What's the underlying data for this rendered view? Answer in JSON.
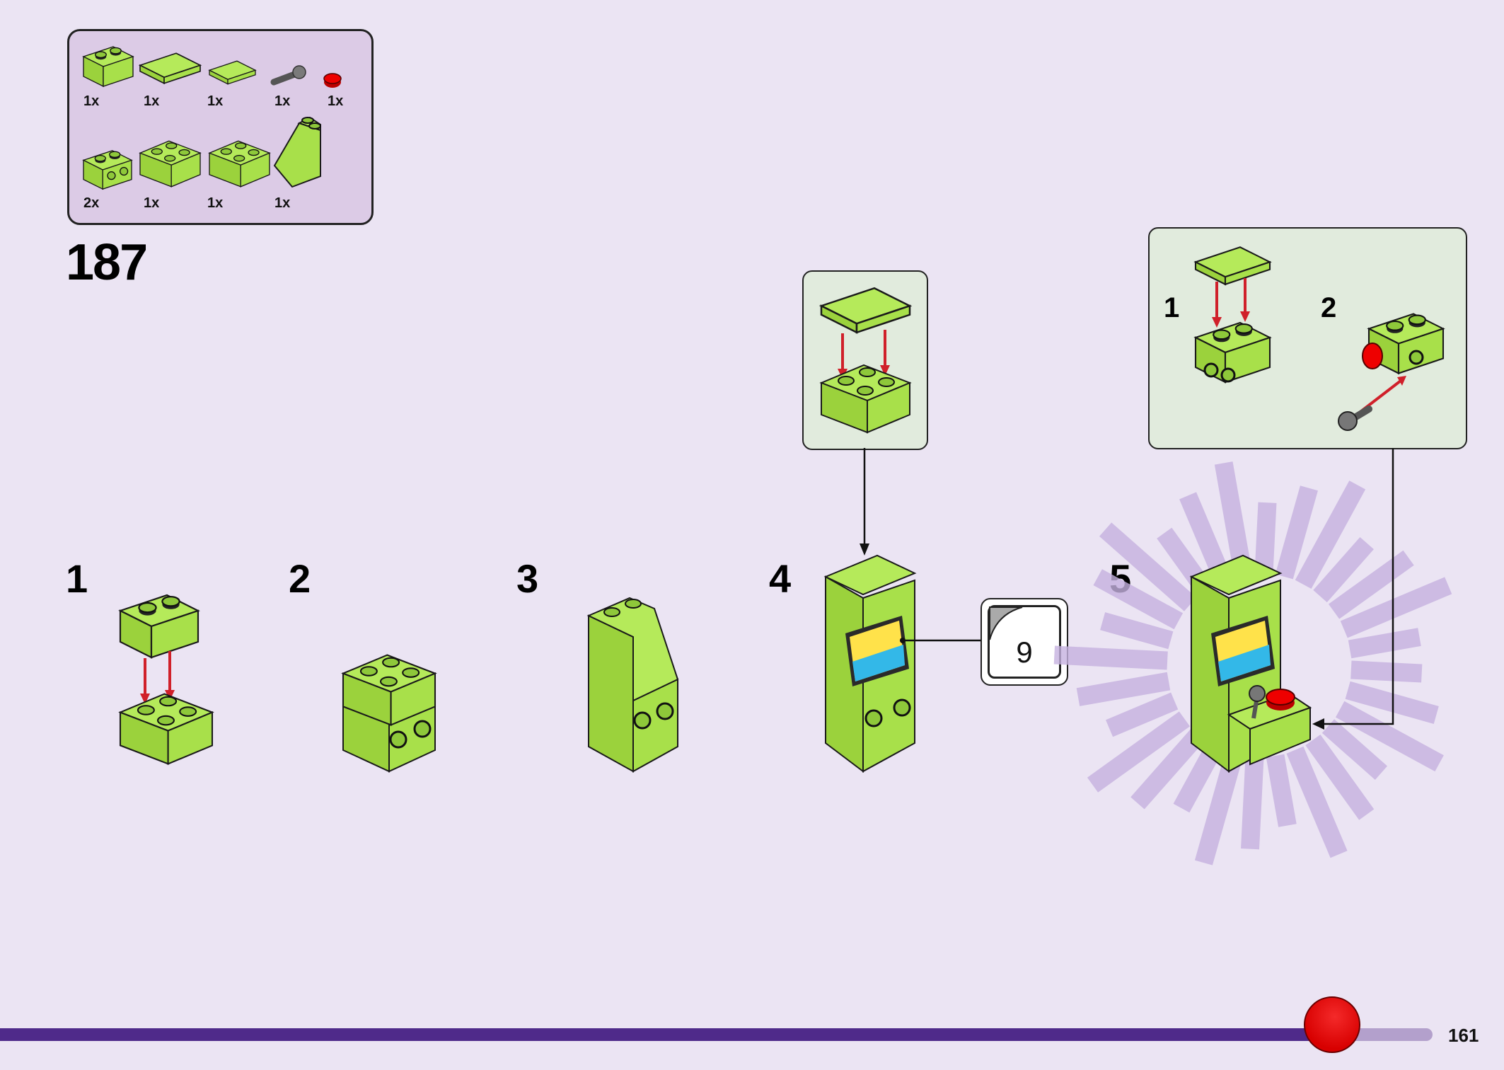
{
  "parts_list": {
    "row1": [
      {
        "part": "brick-1x2",
        "qty": "1x"
      },
      {
        "part": "tile-2x2",
        "qty": "1x"
      },
      {
        "part": "tile-1x2",
        "qty": "1x"
      },
      {
        "part": "joystick",
        "qty": "1x"
      },
      {
        "part": "round-tile-red",
        "qty": "1x"
      }
    ],
    "row2": [
      {
        "part": "brick-1x2-side-studs",
        "qty": "2x"
      },
      {
        "part": "brick-2x2",
        "qty": "1x"
      },
      {
        "part": "slope-inverted-2x2",
        "qty": "1x"
      },
      {
        "part": "slope-2x2x3",
        "qty": "1x"
      }
    ]
  },
  "main_step": "187",
  "sub_steps": [
    "1",
    "2",
    "3",
    "4",
    "5"
  ],
  "callout_step5": {
    "steps": [
      "1",
      "2"
    ]
  },
  "page_reference": "9",
  "page_number": "161",
  "progress": 0.93,
  "colors": {
    "background": "#ebe4f3",
    "parts_box": "#dccbe6",
    "lime": "#a8e04a",
    "callout": "#e1ebdd",
    "arrow_red": "#d0202a",
    "progress": "#4f2a8a"
  }
}
